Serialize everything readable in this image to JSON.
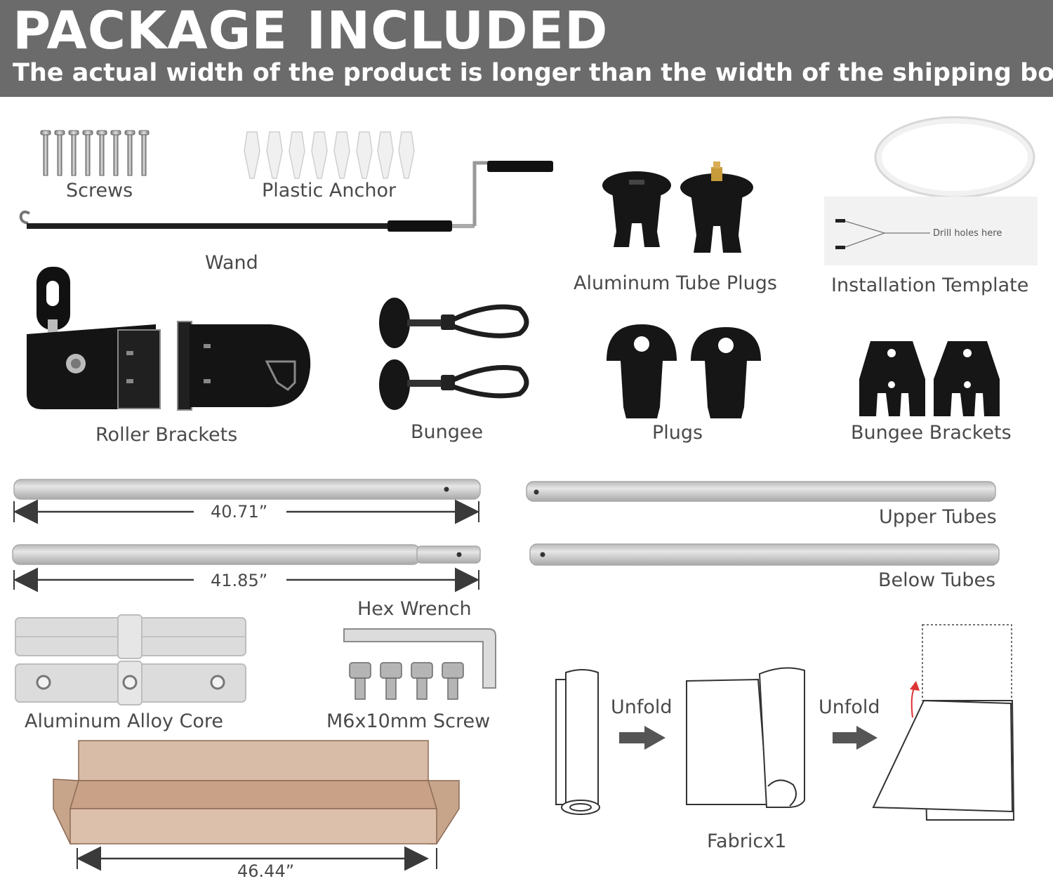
{
  "header": {
    "title": "PACKAGE INCLUDED",
    "subtitle": "The actual width of the product is longer than the width of the shipping box."
  },
  "items": {
    "screws": "Screws",
    "plastic_anchor": "Plastic Anchor",
    "wand": "Wand",
    "tube_plugs": "Aluminum  Tube Plugs",
    "installation_template": "Installation Template",
    "drill_holes": "Drill holes here",
    "roller_brackets": "Roller Brackets",
    "bungee": "Bungee",
    "plugs": "Plugs",
    "bungee_brackets": "Bungee Brackets",
    "upper_tubes": "Upper Tubes",
    "below_tubes": "Below Tubes",
    "hex_wrench": "Hex Wrench",
    "alloy_core": "Aluminum Alloy Core",
    "m6_screw": "M6x10mm Screw",
    "unfold_1": "Unfold",
    "unfold_2": "Unfold",
    "fabric": "Fabricx1"
  },
  "dimensions": {
    "tube_upper_length": "40.71”",
    "tube_lower_length": "41.85”",
    "box_length": "46.44”"
  },
  "colors": {
    "header_bg": "#6b6b6b",
    "header_text": "#ffffff",
    "label_text": "#4a4a4a",
    "hardware": "#1a1a1a",
    "aluminum": "#c9c9c9",
    "cardboard": "#d9bba5"
  }
}
